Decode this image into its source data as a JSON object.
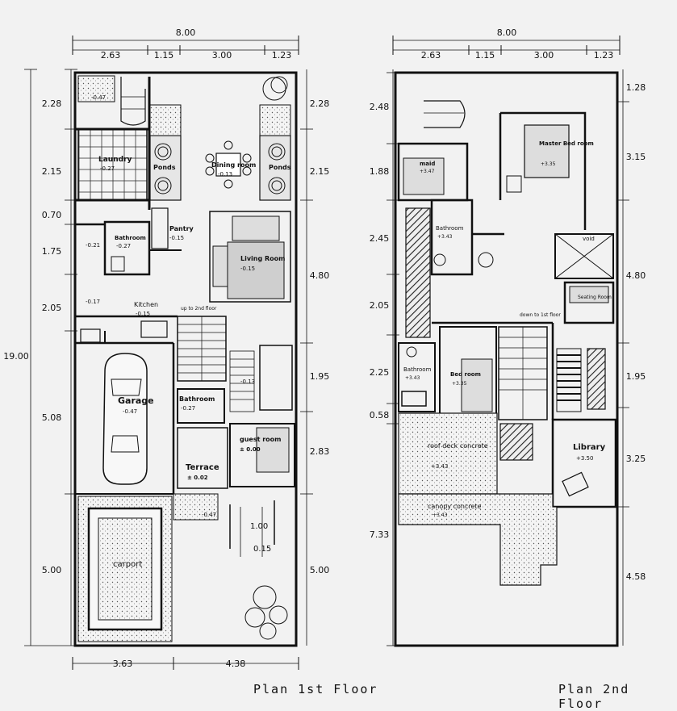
{
  "plan1": {
    "caption": "Plan  1st Floor",
    "top_total": "8.00",
    "top_segments": [
      "2.63",
      "1.15",
      "3.00",
      "1.23"
    ],
    "left_segments": [
      "2.28",
      "2.15",
      "0.70",
      "1.75",
      "2.05",
      "5.08",
      "5.00"
    ],
    "left_total": "19.00",
    "right_segments": [
      "2.28",
      "2.15",
      "4.80",
      "1.95",
      "2.83",
      "5.00"
    ],
    "bottom_segments": [
      "3.63",
      "4.38"
    ],
    "rooms": {
      "laundry": "Laundry",
      "laundry_lvl": "-0.27",
      "pond_left": "Ponds",
      "pond_right": "Ponds",
      "dining": "Dining room",
      "dining_lvl": "-0.13",
      "pantry": "Pantry",
      "pantry_lvl": "-0.15",
      "bath": "Bathroom",
      "bath_lvl": "-0.27",
      "lvl_021": "-0.21",
      "lvl_017": "-0.17",
      "living": "Living Room",
      "living_lvl": "-0.15",
      "kitchen": "Kitchen",
      "kitchen_lvl": "-0.15",
      "up": "up to 2nd floor",
      "garage": "Garage",
      "garage_lvl": "-0.47",
      "bath2": "Bathroom",
      "bath2_lvl": "-0.27",
      "lvl_013": "-0.13",
      "guest": "guest room",
      "guest_lvl": "± 0.00",
      "terrace": "Terrace",
      "terrace_lvl": "± 0.02",
      "lvl_047": "-0.47",
      "carport": "carport",
      "stair_w": "1.00",
      "step": "0.15",
      "lvl_top": "-0.47"
    }
  },
  "plan2": {
    "caption": "Plan  2nd Floor",
    "top_total": "8.00",
    "top_segments": [
      "2.63",
      "1.15",
      "3.00",
      "1.23"
    ],
    "left_segments": [
      "2.48",
      "1.88",
      "2.45",
      "2.05",
      "2.25",
      "0.58",
      "7.33"
    ],
    "right_segments": [
      "1.28",
      "3.15",
      "4.80",
      "1.95",
      "3.25",
      "4.58"
    ],
    "rooms": {
      "maid": "maid",
      "maid_lvl": "+3.47",
      "master": "Master Bed room",
      "master_lvl": "+3.35",
      "bath": "Bathroom",
      "bath_lvl": "+3.43",
      "void": "void",
      "seating": "Seating Room",
      "down": "down to 1st floor",
      "bath2": "Bathroom",
      "bath2_lvl": "+3.43",
      "bed": "Bed room",
      "bed_lvl": "+3.35",
      "roof": "roof deck concrete",
      "roof_lvl": "+3.43",
      "library": "Library",
      "library_lvl": "+3.50",
      "canopy": "canopy concrete",
      "canopy_lvl": "+3.43"
    }
  }
}
